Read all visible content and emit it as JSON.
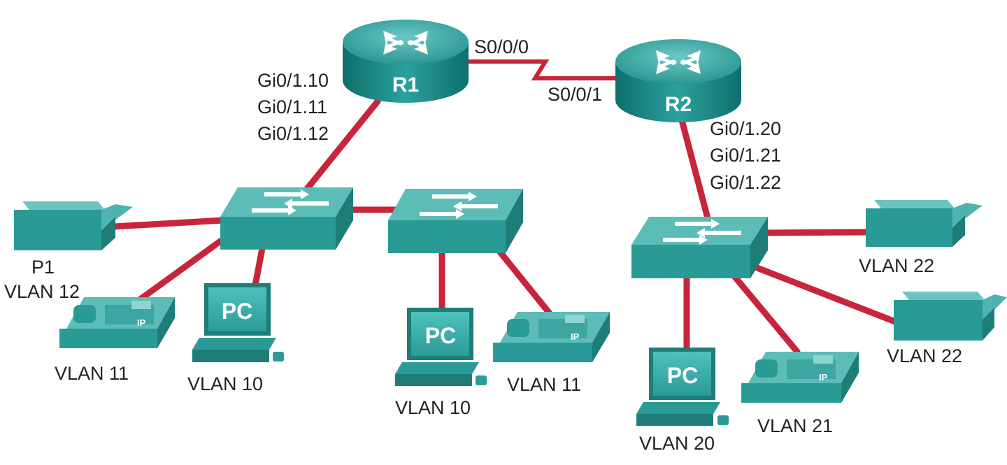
{
  "colors": {
    "link": "#c8243a",
    "device_top": "#4fb3b0",
    "device_front": "#2a9a96",
    "device_side": "#1e7d79",
    "router_top": "#3da6a5"
  },
  "routers": {
    "r1": {
      "label": "R1"
    },
    "r2": {
      "label": "R2"
    }
  },
  "interfaces": {
    "r1_serial": "S0/0/0",
    "r2_serial": "S0/0/1",
    "r1_sub": [
      "Gi0/1.10",
      "Gi0/1.11",
      "Gi0/1.12"
    ],
    "r2_sub": [
      "Gi0/1.20",
      "Gi0/1.21",
      "Gi0/1.22"
    ]
  },
  "pc_text": "PC",
  "phone_text": "IP",
  "hosts": {
    "printer_p1": {
      "name": "P1",
      "vlan": "VLAN 12"
    },
    "phone_s1": {
      "vlan": "VLAN 11"
    },
    "pc_s1": {
      "vlan": "VLAN 10"
    },
    "pc_s2": {
      "vlan": "VLAN 10"
    },
    "phone_s2": {
      "vlan": "VLAN 11"
    },
    "printer_r2_top": {
      "vlan": "VLAN 22"
    },
    "printer_r2_bottom": {
      "vlan": "VLAN 22"
    },
    "pc_s3": {
      "vlan": "VLAN 20"
    },
    "phone_s3": {
      "vlan": "VLAN 21"
    }
  }
}
